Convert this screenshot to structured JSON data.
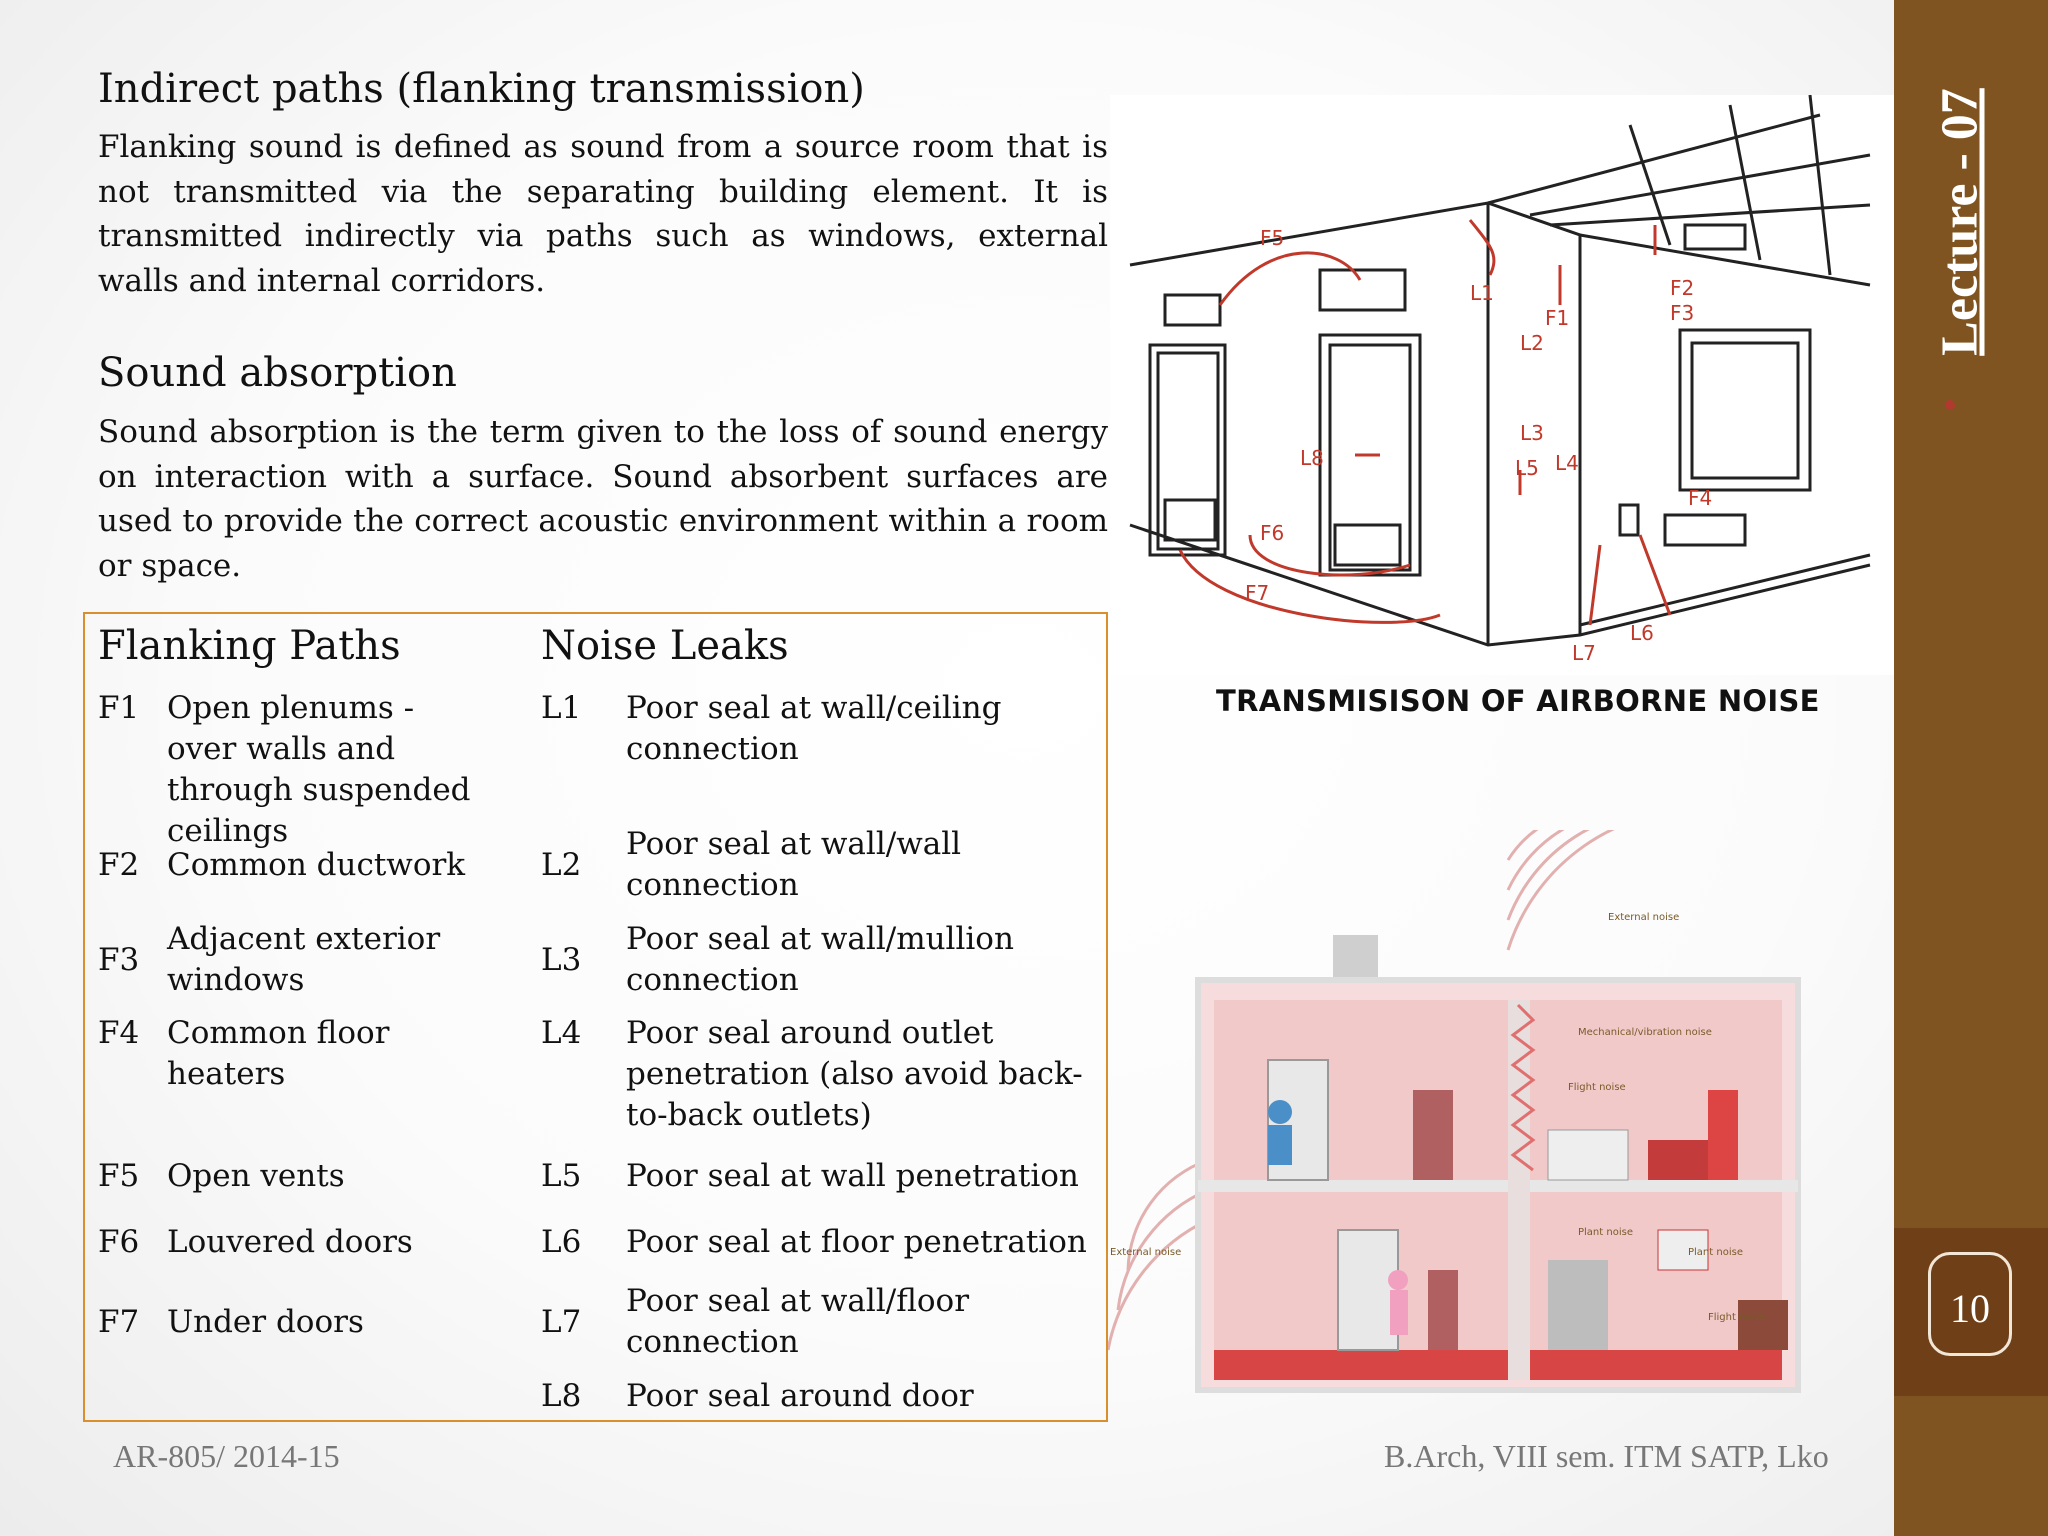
{
  "sidebar": {
    "lecture": "Lecture - 07",
    "page_number": "10"
  },
  "section1": {
    "heading": "Indirect paths (flanking transmission)",
    "body": "Flanking sound is defined as sound from a source room that is not transmitted via the separating building element. It is transmitted indirectly via paths such as windows, external walls and internal corridors."
  },
  "section2": {
    "heading": "Sound absorption",
    "body": "Sound absorption is the term given to the loss of sound energy on interaction with a surface. Sound absorbent surfaces are used to provide the correct acoustic environment within a room or space."
  },
  "table": {
    "flanking_header": "Flanking Paths",
    "leaks_header": "Noise Leaks",
    "flanking": [
      {
        "code": "F1",
        "text": "Open plenums - over walls and through suspended ceilings"
      },
      {
        "code": "F2",
        "text": "Common ductwork"
      },
      {
        "code": "F3",
        "text": "Adjacent exterior windows"
      },
      {
        "code": "F4",
        "text": "Common floor heaters"
      },
      {
        "code": "F5",
        "text": "Open vents"
      },
      {
        "code": "F6",
        "text": "Louvered doors"
      },
      {
        "code": "F7",
        "text": "Under doors"
      }
    ],
    "leaks": [
      {
        "code": "L1",
        "text": "Poor seal at wall/ceiling connection"
      },
      {
        "code": "L2",
        "text": "Poor seal at wall/wall connection"
      },
      {
        "code": "L3",
        "text": "Poor seal at wall/mullion connection"
      },
      {
        "code": "L4",
        "text": "Poor seal around outlet penetration (also avoid back-to-back outlets)"
      },
      {
        "code": "L5",
        "text": "Poor seal at wall penetration"
      },
      {
        "code": "L6",
        "text": "Poor seal at floor penetration"
      },
      {
        "code": "L7",
        "text": "Poor seal at wall/floor connection"
      },
      {
        "code": "L8",
        "text": "Poor seal around door"
      }
    ]
  },
  "sketch": {
    "caption": "TRANSMISISON OF AIRBORNE NOISE",
    "labels": [
      "F5",
      "L1",
      "F1",
      "F2",
      "F3",
      "L2",
      "L3",
      "L4",
      "L5",
      "L8",
      "F6",
      "F7",
      "F4",
      "L6",
      "L7"
    ]
  },
  "house_labels": [
    "External noise",
    "Mechanical/vibration noise",
    "Flight noise",
    "Plant noise",
    "Plant noise",
    "Flight noise",
    "External noise"
  ],
  "footer": {
    "left": "AR-805/ 2014-15",
    "right": "B.Arch, VIII sem. ITM SATP, Lko"
  }
}
